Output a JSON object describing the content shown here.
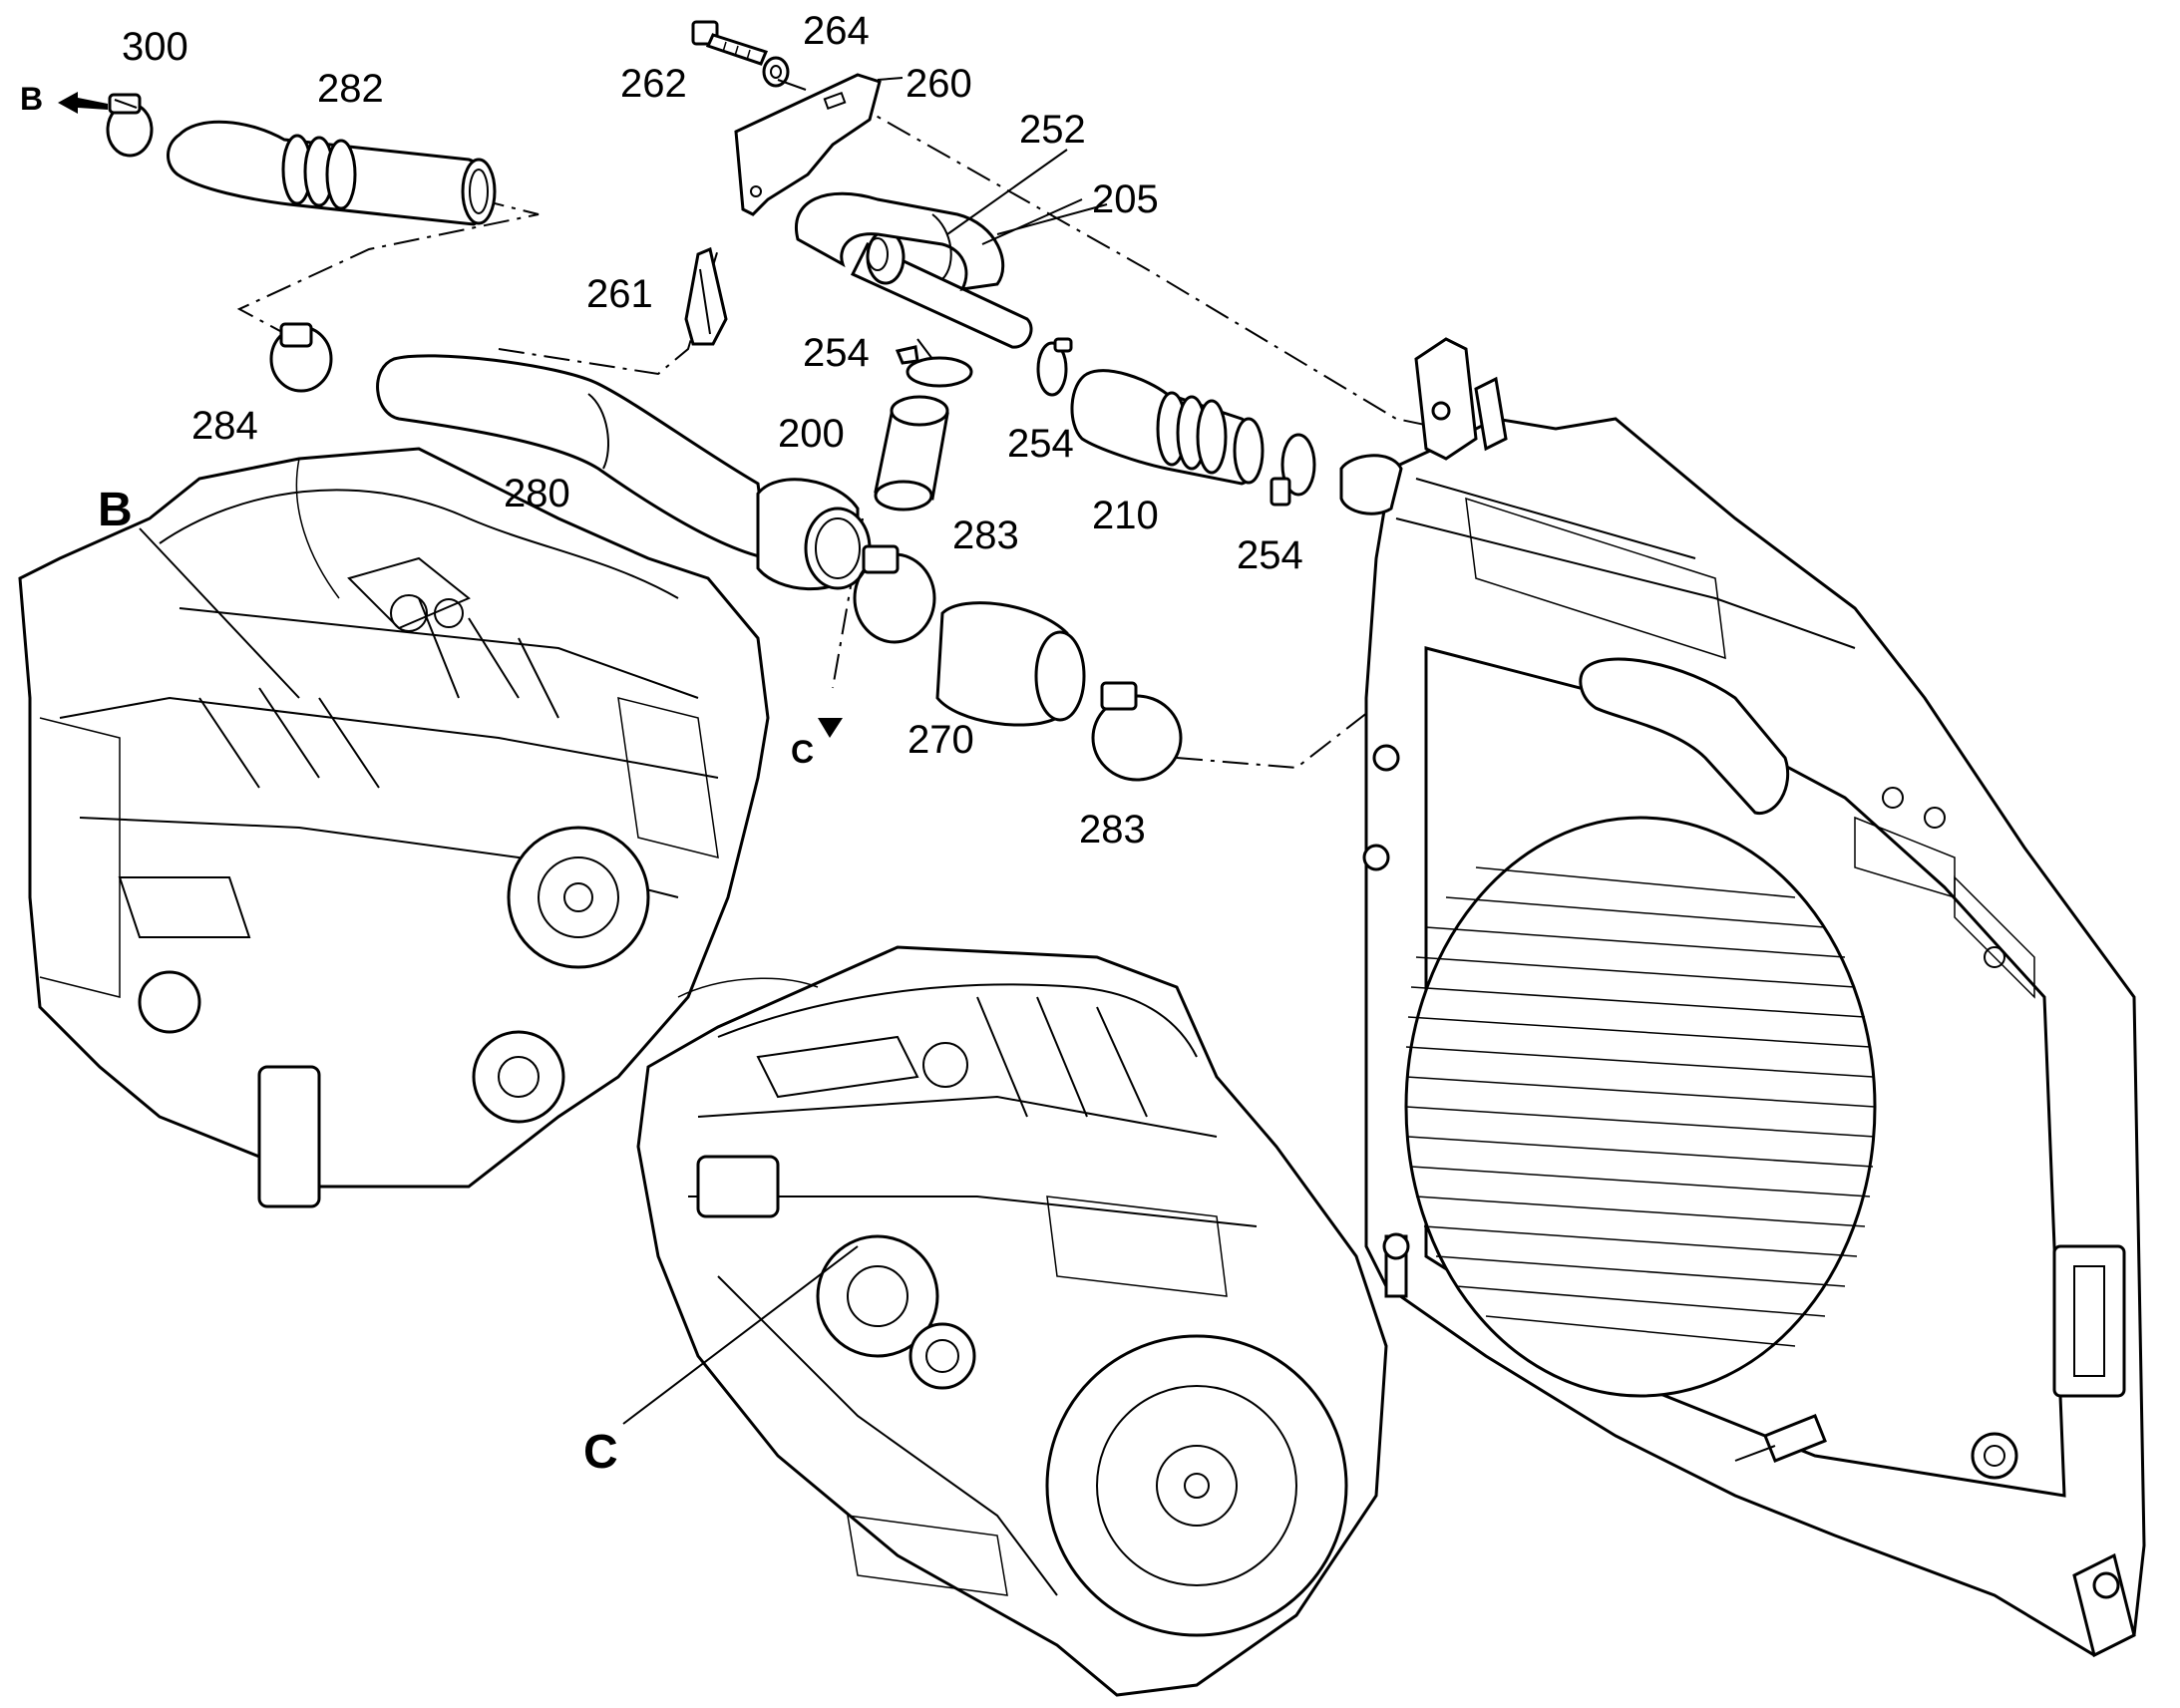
{
  "diagram": {
    "callouts": [
      {
        "id": "c300",
        "text": "300"
      },
      {
        "id": "c282",
        "text": "282"
      },
      {
        "id": "c262",
        "text": "262"
      },
      {
        "id": "c264",
        "text": "264"
      },
      {
        "id": "c260",
        "text": "260"
      },
      {
        "id": "c252",
        "text": "252"
      },
      {
        "id": "c205",
        "text": "205"
      },
      {
        "id": "c261",
        "text": "261"
      },
      {
        "id": "c254a",
        "text": "254"
      },
      {
        "id": "c254b",
        "text": "254"
      },
      {
        "id": "c254c",
        "text": "254"
      },
      {
        "id": "c284",
        "text": "284"
      },
      {
        "id": "c200",
        "text": "200"
      },
      {
        "id": "c210",
        "text": "210"
      },
      {
        "id": "c280",
        "text": "280"
      },
      {
        "id": "c283a",
        "text": "283"
      },
      {
        "id": "c283b",
        "text": "283"
      },
      {
        "id": "c270",
        "text": "270"
      }
    ],
    "view_markers": {
      "b_arrow": "B",
      "c_arrow": "C",
      "b_view": "B",
      "c_view": "C"
    }
  }
}
